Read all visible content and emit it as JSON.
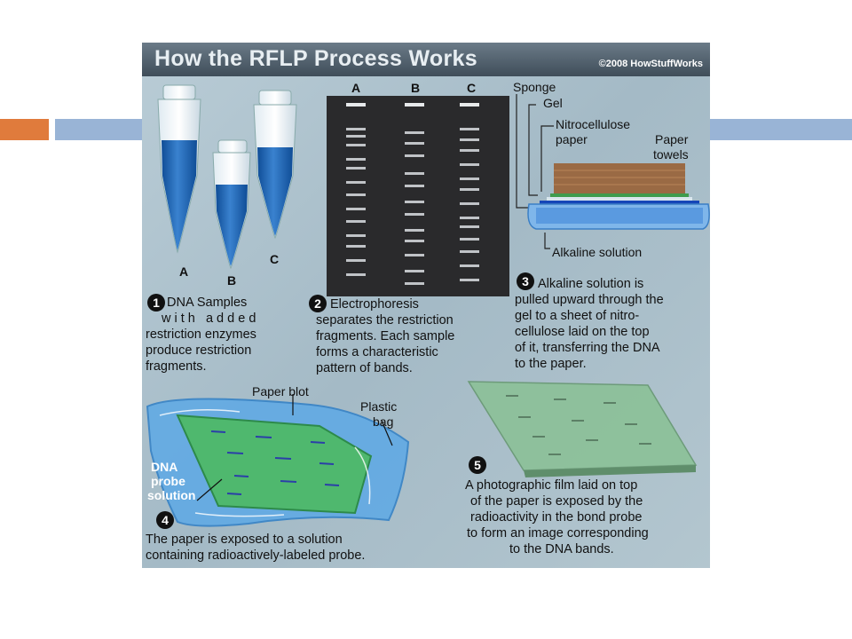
{
  "figure": {
    "title": "How the RFLP Process Works",
    "credit": "©2008 HowStuffWorks"
  },
  "step1": {
    "number": "1",
    "text_lines": [
      "DNA Samples",
      "w i t h   a d d e d",
      "restriction enzymes",
      "produce restriction",
      "fragments."
    ],
    "tube_labels": [
      "A",
      "B",
      "C"
    ]
  },
  "step2": {
    "number": "2",
    "text_lines": [
      "Electrophoresis",
      "separates the restriction",
      "fragments. Each sample",
      "forms a characteristic",
      "pattern of bands."
    ],
    "lane_labels": [
      "A",
      "B",
      "C"
    ]
  },
  "step3": {
    "number": "3",
    "text_lines": [
      "Alkaline solution is",
      "pulled upward through the",
      "gel to a sheet of nitro-",
      "cellulose laid on the top",
      "of it, transferring the DNA",
      "to the paper."
    ],
    "labels": {
      "sponge": "Sponge",
      "gel": "Gel",
      "nitro_1": "Nitrocellulose",
      "nitro_2": "paper",
      "towels_1": "Paper",
      "towels_2": "towels",
      "alkaline": "Alkaline solution"
    }
  },
  "step4": {
    "number": "4",
    "text_lines": [
      "The paper is exposed to a solution",
      "containing radioactively-labeled probe."
    ],
    "labels": {
      "blot": "Paper blot",
      "bag_1": "Plastic",
      "bag_2": "bag",
      "probe_1": "DNA",
      "probe_2": "probe",
      "probe_3": "solution"
    }
  },
  "step5": {
    "number": "5",
    "text_lines": [
      "A photographic film laid on top",
      "of the paper is exposed by the",
      "radioactivity in the bond probe",
      "to form an image corresponding",
      "to the DNA bands."
    ]
  },
  "colors": {
    "accent_orange": "#e07b3c",
    "accent_blue": "#99b4d6",
    "tube_blue": "#1f5ea8",
    "gel_dark": "#2a2a2c",
    "blot_green": "#4fb86e"
  }
}
